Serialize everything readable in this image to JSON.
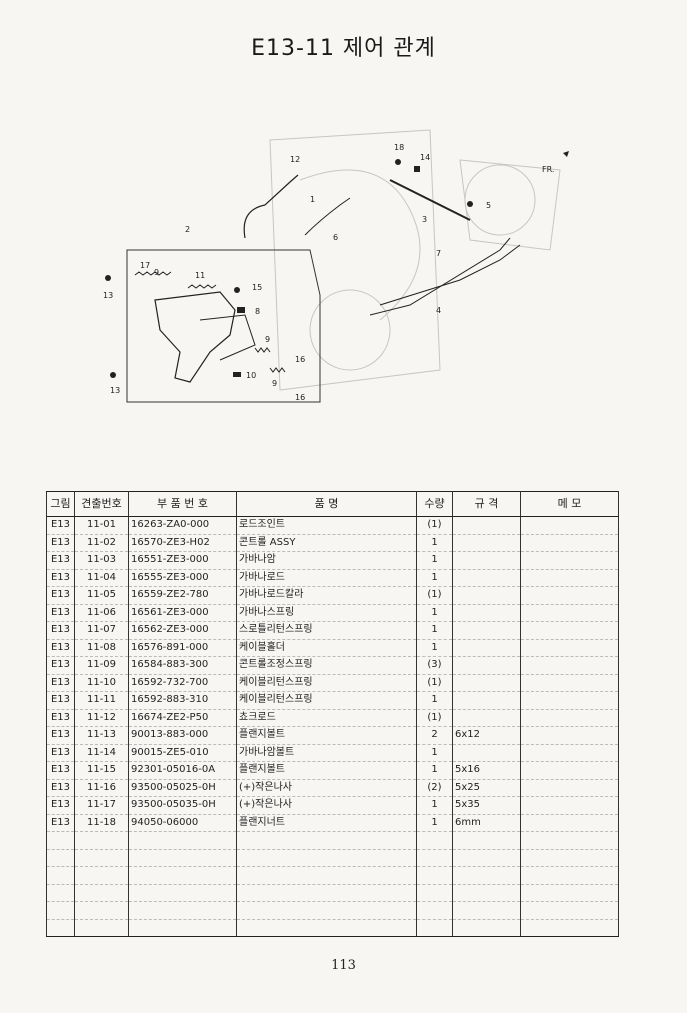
{
  "page": {
    "title": "E13-11  제어 관계",
    "page_number": "113"
  },
  "diagram": {
    "callouts": [
      "1",
      "2",
      "3",
      "4",
      "5",
      "6",
      "7",
      "8",
      "9",
      "9",
      "9",
      "10",
      "11",
      "12",
      "13",
      "13",
      "14",
      "15",
      "16",
      "16",
      "17",
      "18"
    ],
    "direction_label": "FR."
  },
  "table": {
    "headers": [
      "그림",
      "견출번호",
      "부 품 번 호",
      "품 명",
      "수량",
      "규 격",
      "메 모"
    ],
    "rows": [
      [
        "E13",
        "11-01",
        "16263-ZA0-000",
        "로드조인트",
        "(1)",
        "",
        ""
      ],
      [
        "E13",
        "11-02",
        "16570-ZE3-H02",
        "콘트롤 ASSY",
        "1",
        "",
        ""
      ],
      [
        "E13",
        "11-03",
        "16551-ZE3-000",
        "가바나암",
        "1",
        "",
        ""
      ],
      [
        "E13",
        "11-04",
        "16555-ZE3-000",
        "가바나로드",
        "1",
        "",
        ""
      ],
      [
        "E13",
        "11-05",
        "16559-ZE2-780",
        "가바나로드칼라",
        "(1)",
        "",
        ""
      ],
      [
        "E13",
        "11-06",
        "16561-ZE3-000",
        "가바나스프링",
        "1",
        "",
        ""
      ],
      [
        "E13",
        "11-07",
        "16562-ZE3-000",
        "스로틀리턴스프링",
        "1",
        "",
        ""
      ],
      [
        "E13",
        "11-08",
        "16576-891-000",
        "케이블홀더",
        "1",
        "",
        ""
      ],
      [
        "E13",
        "11-09",
        "16584-883-300",
        "콘트롤조정스프링",
        "(3)",
        "",
        ""
      ],
      [
        "E13",
        "11-10",
        "16592-732-700",
        "케이블리턴스프링",
        "(1)",
        "",
        ""
      ],
      [
        "E13",
        "11-11",
        "16592-883-310",
        "케이블리턴스프링",
        "1",
        "",
        ""
      ],
      [
        "E13",
        "11-12",
        "16674-ZE2-P50",
        "쵸크로드",
        "(1)",
        "",
        ""
      ],
      [
        "E13",
        "11-13",
        "90013-883-000",
        "플랜지볼트",
        "2",
        "6x12",
        ""
      ],
      [
        "E13",
        "11-14",
        "90015-ZE5-010",
        "가바나암볼트",
        "1",
        "",
        ""
      ],
      [
        "E13",
        "11-15",
        "92301-05016-0A",
        "플랜지볼트",
        "1",
        "5x16",
        ""
      ],
      [
        "E13",
        "11-16",
        "93500-05025-0H",
        "(+)작은나사",
        "(2)",
        "5x25",
        ""
      ],
      [
        "E13",
        "11-17",
        "93500-05035-0H",
        "(+)작은나사",
        "1",
        "5x35",
        ""
      ],
      [
        "E13",
        "11-18",
        "94050-06000",
        "플랜지너트",
        "1",
        "6mm",
        ""
      ]
    ],
    "empty_rows": 6
  }
}
